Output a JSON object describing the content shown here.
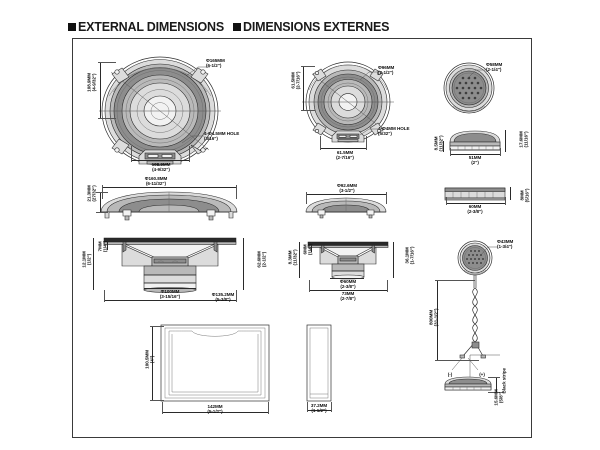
{
  "heading": {
    "bullet": "filled-square",
    "english": "EXTERNAL DIMENSIONS",
    "french": "DIMENSIONS EXTERNES"
  },
  "figures": {
    "woofer_front": {
      "name": "woofer-front-view",
      "labels": {
        "outer_dia": "Φ165MM",
        "outer_dia_in": "(6-1/2\")",
        "height": "108.9MM",
        "height_in": "(4-9/32\")",
        "width": "108.9MM",
        "width_in": "(4-9/32\")",
        "holes": "4-Φ4.5MM HOLE",
        "holes_in": "(3/16\")"
      }
    },
    "mid_front": {
      "name": "midrange-front-view",
      "labels": {
        "outer_dia": "Φ96MM",
        "outer_dia_in": "(3-1/2\")",
        "height": "61.5MM",
        "height_in": "(2-7/16\")",
        "width": "61.5MM",
        "width_in": "(2-7/16\")",
        "holes": "4-Φ4MM HOLE",
        "holes_in": "(5/32\")"
      }
    },
    "tweeter_front": {
      "name": "tweeter-front-view",
      "labels": {
        "outer_dia": "Φ58MM",
        "outer_dia_in": "(2-1/4\")"
      }
    },
    "tweeter_side": {
      "name": "tweeter-side-view",
      "labels": {
        "width": "51MM",
        "width_in": "(2\")",
        "left_h": "8.5MM",
        "left_h_in": "(11/32\")",
        "right_h": "17.6MM",
        "right_h_in": "(11/16\")"
      }
    },
    "bracket_side": {
      "name": "mounting-bracket-side-view",
      "labels": {
        "width": "60MM",
        "width_in": "(2-3/8\")",
        "height": "8MM",
        "height_in": "(5/16\")"
      }
    },
    "woofer_top": {
      "name": "woofer-top-view",
      "labels": {
        "dia": "Φ160.8MM",
        "dia_in": "(6-11/32\")",
        "height": "21.3MM",
        "height_in": "(27/32\")"
      }
    },
    "mid_top": {
      "name": "midrange-top-view",
      "labels": {
        "dia": "Φ92.6MM",
        "dia_in": "(3-1/2\")"
      }
    },
    "woofer_section": {
      "name": "woofer-cross-section",
      "labels": {
        "basket_dia": "Φ100MM",
        "basket_dia_in": "(3-15/16\")",
        "flange_dia": "Φ135.2MM",
        "flange_dia_in": "(5-3/8\")",
        "total_h": "12.1MM",
        "total_h_in": "(1/2\")",
        "lip_h": "7MM",
        "lip_h_in": "(1/4\")",
        "depth": "62.6MM",
        "depth_in": "(2-1/2\")"
      }
    },
    "mid_section": {
      "name": "midrange-cross-section",
      "labels": {
        "magnet_dia": "Φ60MM",
        "magnet_dia_in": "(2-3/8\")",
        "basket_dia": "73MM",
        "basket_dia_in": "(2-7/8\")",
        "depth": "36.1MM",
        "depth_in": "(1-7/16\")",
        "total_h": "8.3MM",
        "total_h_in": "(11/32\")",
        "lip_h": "6MM",
        "lip_h_in": "(1/4\")"
      }
    },
    "tweeter_wire": {
      "name": "tweeter-with-lead-wire",
      "labels": {
        "dia": "Φ43MM",
        "dia_in": "(1-3/4\")",
        "wire_len": "800MM",
        "wire_len_in": "(31-1/2\")",
        "stripe": "Black stripe",
        "term_left": "(-)",
        "term_right": "(+)"
      }
    },
    "grille_large": {
      "name": "large-grille-outline",
      "labels": {
        "width": "142MM",
        "width_in": "(5-1/2\")",
        "height": "100.5MM",
        "height_in": "(4\")"
      }
    },
    "grille_small": {
      "name": "small-grille-outline",
      "labels": {
        "width": "37.2MM",
        "width_in": "(1-1/2\")"
      }
    },
    "crossover_side": {
      "name": "crossover-side-view",
      "labels": {
        "height": "15.6MM",
        "height_in": "(5/8\")"
      }
    }
  },
  "colors": {
    "ink": "#1a1a1a",
    "line": "#2f2f2f",
    "frame": "#3a3a3a",
    "background": "#ffffff"
  }
}
